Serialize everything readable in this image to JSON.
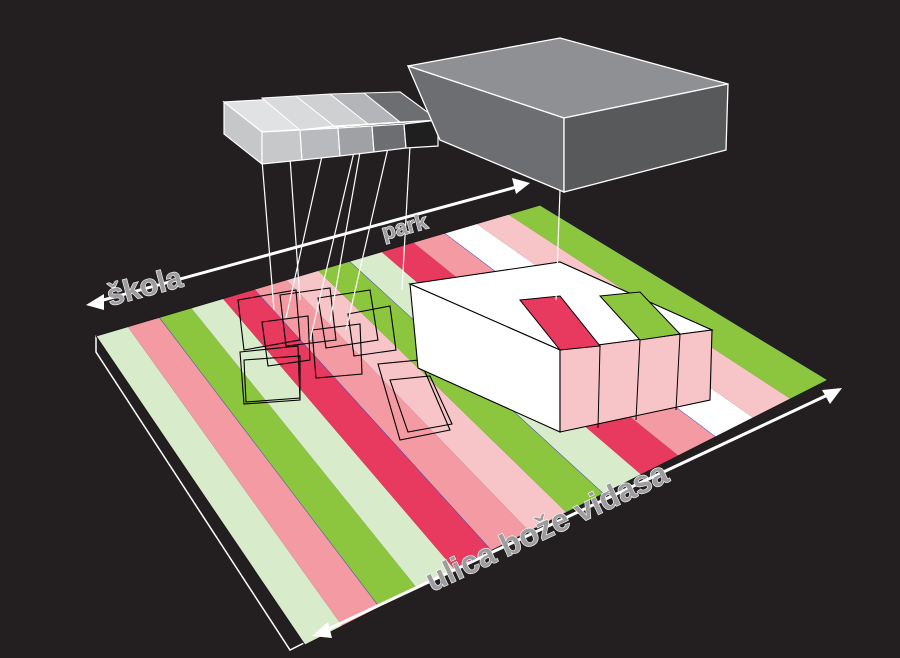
{
  "labels": {
    "skola": "škola",
    "park": "park",
    "street": "ulica bože vidasa"
  },
  "colors": {
    "background": "#231f20",
    "green": "#8cc63f",
    "light_green": "#d8eccb",
    "red": "#e8395f",
    "pink": "#f39aa2",
    "light_pink": "#f7c4c8",
    "white": "#ffffff",
    "box_dark": "#6d6e71",
    "box_light": "#bcbdc0",
    "stripe_line": "#3b4bb8"
  },
  "strip_palette": [
    "light_green",
    "pink",
    "green",
    "light_green",
    "red",
    "pink",
    "light_pink",
    "green",
    "light_green",
    "red",
    "pink",
    "white",
    "light_pink",
    "green"
  ]
}
